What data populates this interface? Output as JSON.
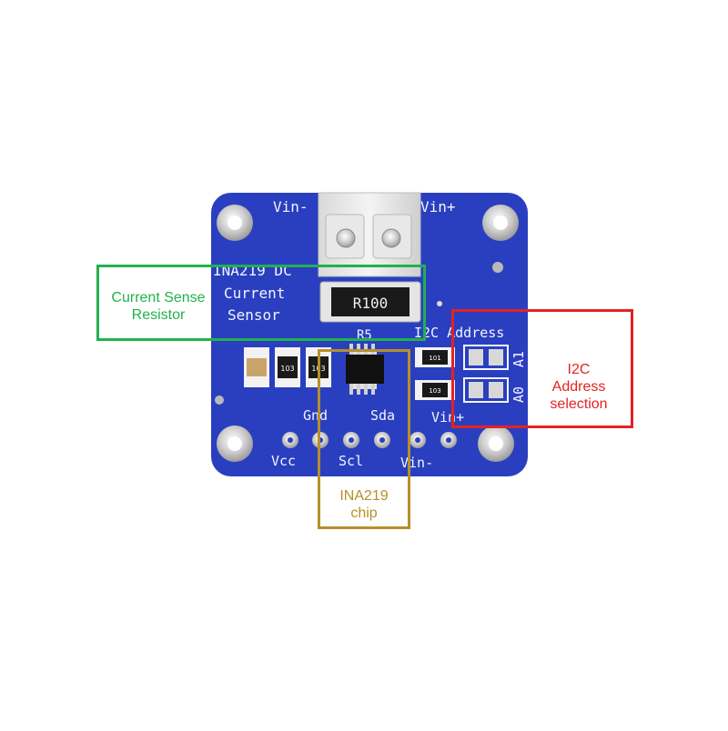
{
  "board": {
    "silkscreen": {
      "vin_minus_top": "Vin-",
      "vin_plus_top": "Vin+",
      "title_line1": "INA219 DC",
      "title_line2": "Current",
      "title_line3": "Sensor",
      "resistor_marking": "R100",
      "r5_label": "R5",
      "i2c_address_label": "I2C Address",
      "a1_label": "A1",
      "a0_label": "A0",
      "gnd_label": "Gnd",
      "sda_label": "Sda",
      "vin_plus_bottom": "Vin+",
      "vcc_label": "Vcc",
      "scl_label": "Scl",
      "vin_minus_bottom": "Vin-",
      "smd_103_a": "103",
      "smd_103_b": "103",
      "smd_101_a": "101",
      "smd_103_c": "103"
    },
    "colors": {
      "pcb": "#2a3fbf",
      "silkscreen": "#f2f4ff",
      "pad": "#cfcfcf"
    }
  },
  "callouts": {
    "current_sense": {
      "line1": "Current Sense",
      "line2": "Resistor",
      "color": "#22b14c"
    },
    "i2c_address": {
      "line1": "I2C",
      "line2": "Address",
      "line3": "selection",
      "color": "#e52222"
    },
    "ina219_chip": {
      "line1": "INA219",
      "line2": "chip",
      "color": "#b5902a"
    }
  }
}
